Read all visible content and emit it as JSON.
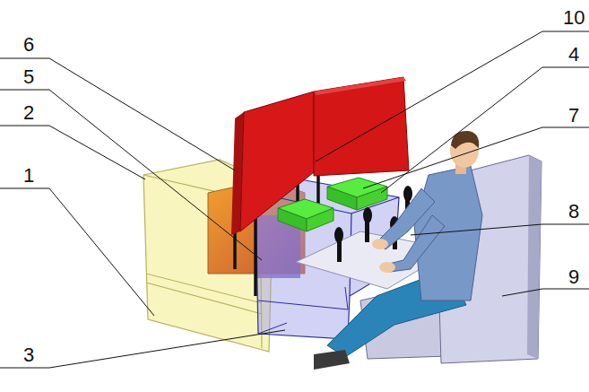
{
  "diagram": {
    "labels": [
      "10",
      "6",
      "4",
      "5",
      "7",
      "2",
      "8",
      "1",
      "9",
      "3"
    ]
  }
}
